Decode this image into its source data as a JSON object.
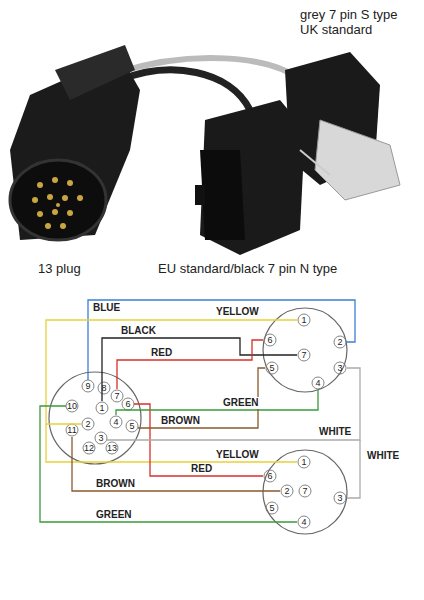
{
  "diagram": {
    "labels": [
      "grey 7 pin S type UK standard",
      "13 plug",
      "EU standard/black 7 pin N type",
      "BLUE",
      "YELLOW",
      "BLACK",
      "RED",
      "GREEN",
      "BROWN",
      "WHITE",
      "YELLOW",
      "WHITE",
      "RED",
      "BROWN",
      "GREEN",
      "9",
      "8",
      "7",
      "10",
      "1",
      "6",
      "2",
      "4",
      "5",
      "11",
      "3",
      "12",
      "13",
      "1",
      "6",
      "2",
      "7",
      "5",
      "3",
      "4",
      "1",
      "6",
      "2",
      "7",
      "3",
      "5",
      "4"
    ]
  }
}
